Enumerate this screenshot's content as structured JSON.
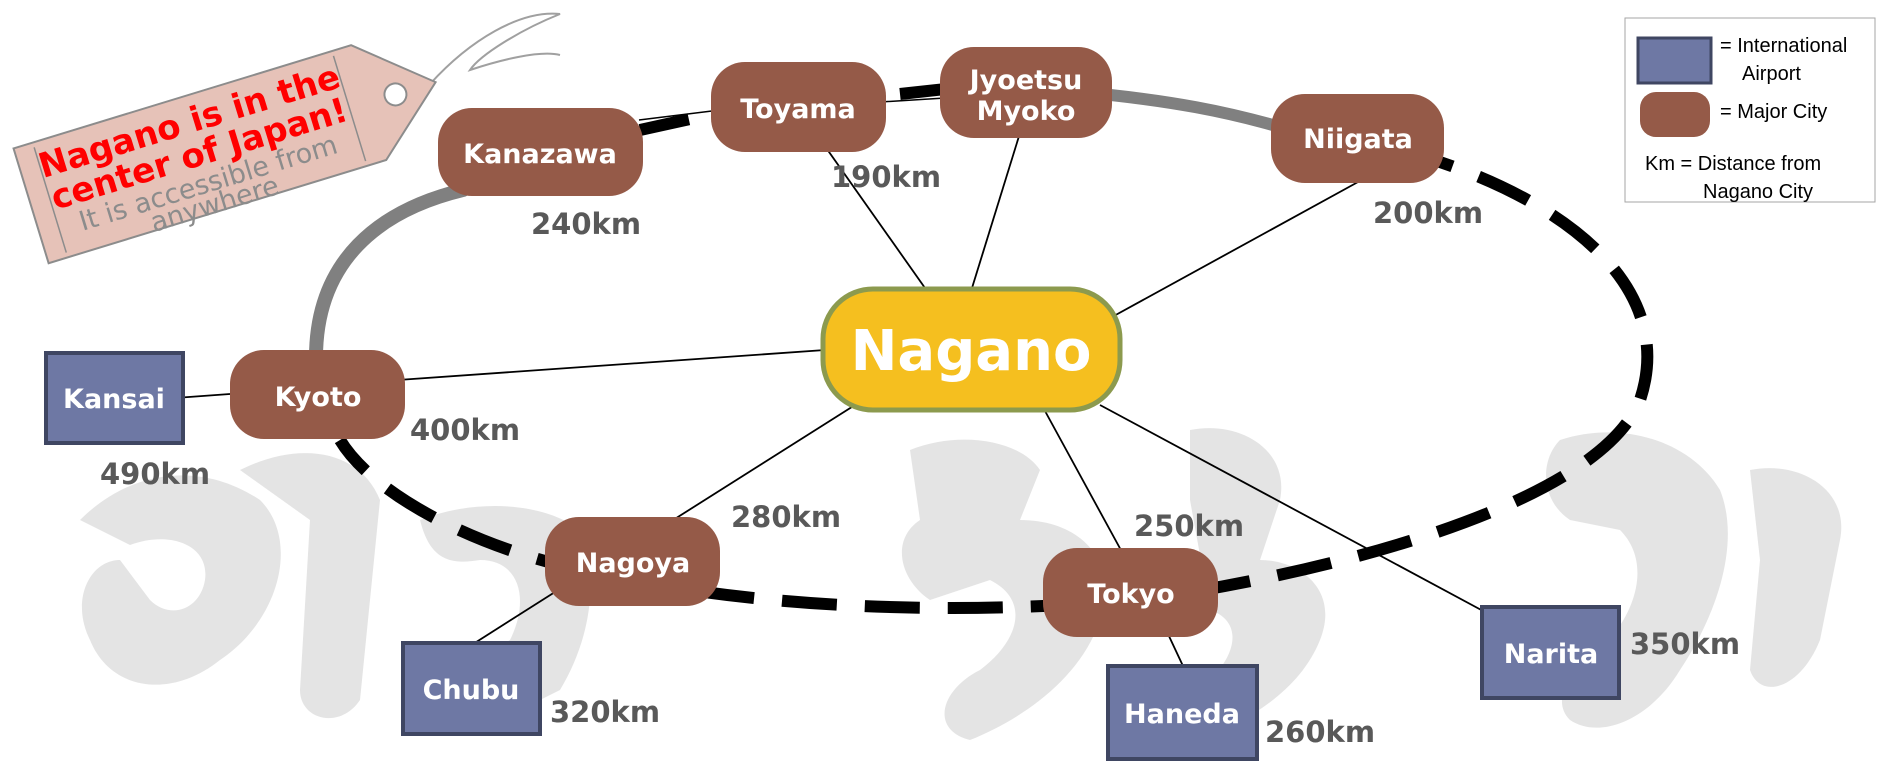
{
  "colors": {
    "city_fill": "#955a48",
    "airport_fill": "#6e78a4",
    "airport_border": "#3f4662",
    "hub_fill": "#f5bf1f",
    "hub_border": "#8c9a4e",
    "tag_fill": "#e6c2b8",
    "distance_text": "#595959",
    "railway_dashed": "#000000",
    "railway_solid": "#808080"
  },
  "tag": {
    "line1": "Nagano is in the",
    "line2": "center of Japan!",
    "line3": "It is accessible from",
    "line4": "anywhere"
  },
  "hub": {
    "label": "Nagano"
  },
  "cities": {
    "kanazawa": "Kanazawa",
    "toyama": "Toyama",
    "jyoetsu_line1": "Jyoetsu",
    "jyoetsu_line2": "Myoko",
    "niigata": "Niigata",
    "kyoto": "Kyoto",
    "nagoya": "Nagoya",
    "tokyo": "Tokyo"
  },
  "airports": {
    "kansai": "Kansai",
    "chubu": "Chubu",
    "haneda": "Haneda",
    "narita": "Narita"
  },
  "distances": {
    "toyama": "190km",
    "kanazawa": "240km",
    "niigata": "200km",
    "kyoto": "400km",
    "kansai": "490km",
    "nagoya": "280km",
    "tokyo": "250km",
    "narita": "350km",
    "chubu": "320km",
    "haneda": "260km"
  },
  "legend": {
    "airport_line1": "= International",
    "airport_line2": "Airport",
    "city": "= Major City",
    "km_line1": "Km = Distance from",
    "km_line2": "Nagano City"
  }
}
